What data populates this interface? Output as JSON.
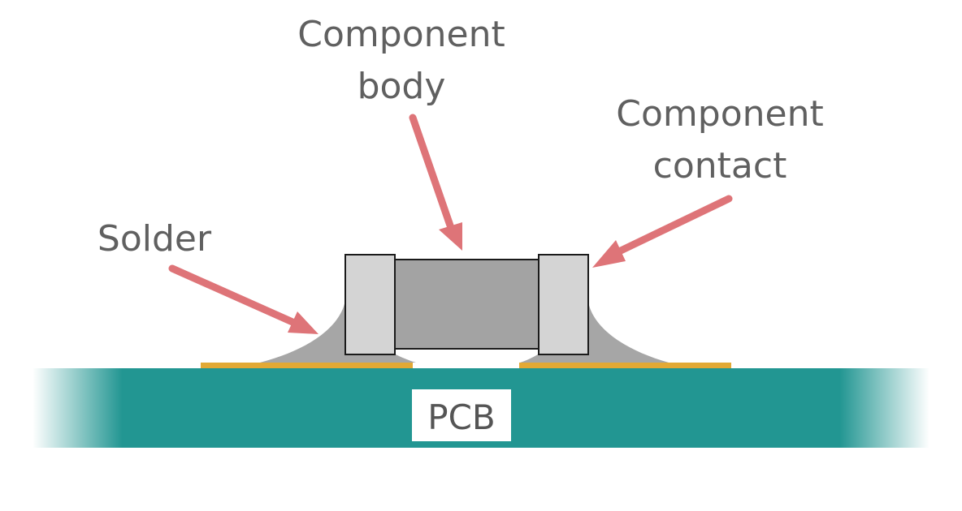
{
  "labels": {
    "component_body_line1": "Component",
    "component_body_line2": "body",
    "component_contact_line1": "Component",
    "component_contact_line2": "contact",
    "solder": "Solder",
    "pcb": "PCB"
  },
  "colors": {
    "pcb": "#229692",
    "pad": "#E2A935",
    "solder": "#A6A6A6",
    "contact": "#D4D4D4",
    "body": "#A3A3A3",
    "arrow": "#DE7478",
    "text": "#606060"
  }
}
